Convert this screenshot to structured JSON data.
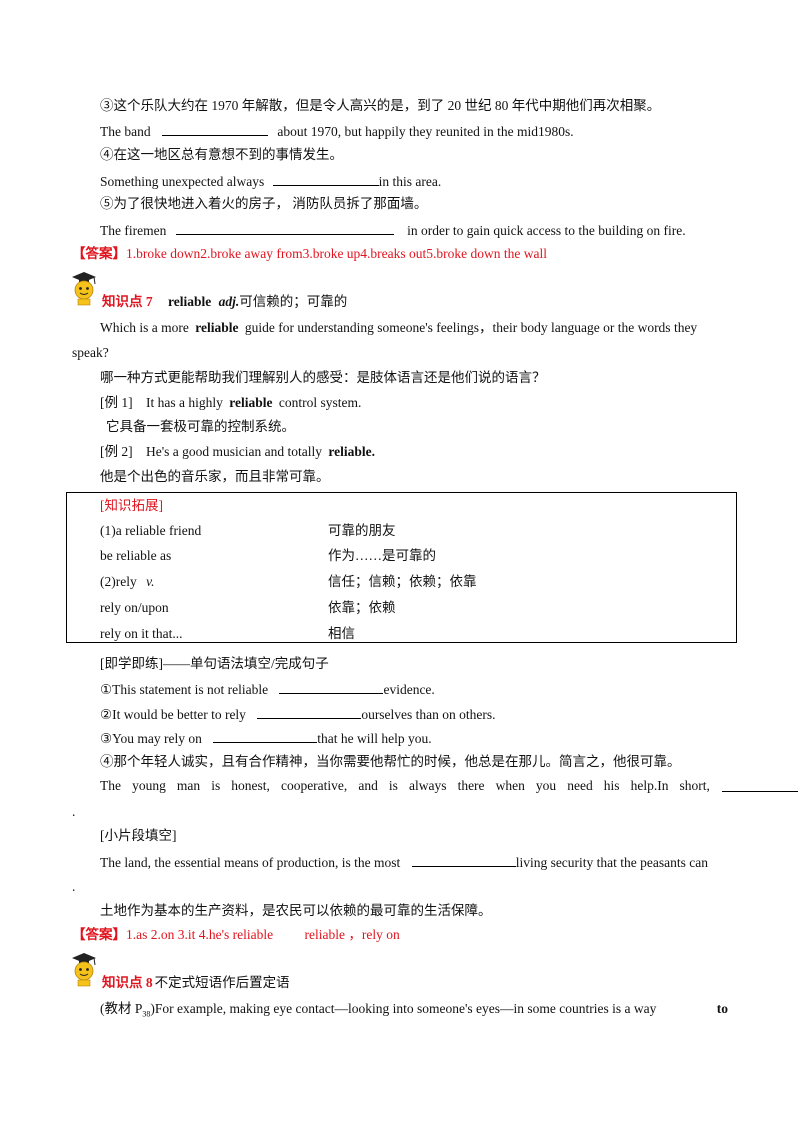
{
  "lines": {
    "s3_zh": "③这个乐队大约在 1970 年解散，但是令人高兴的是，到了 20 世纪 80 年代中期他们再次相聚。",
    "s3_en_a": "The band",
    "s3_en_b": "about 1970, but happily they reunited in the mid1980s.",
    "s4_zh": "④在这一地区总有意想不到的事情发生。",
    "s4_en_a": "Something unexpected always",
    "s4_en_b": "in this area.",
    "s5_zh": "⑤为了很快地进入着火的房子， 消防队员拆了那面墙。",
    "s5_en_a": "The firemen",
    "s5_en_b": "in order to gain quick access to the building on fire.",
    "ans1_label": "【答案】",
    "ans1_text": "1.broke down2.broke away from3.broke up4.breaks out5.broke down the wall"
  },
  "kp7": {
    "title": "知识点 7",
    "word": "reliable",
    "pos": "adj.",
    "meaning": "可信赖的；可靠的",
    "q_a": "Which is a more",
    "q_word": "reliable",
    "q_b": "guide for understanding someone's feelings，their body language or the words they",
    "q_c": "speak?",
    "q_zh": "哪一种方式更能帮助我们理解别人的感受：是肢体语言还是他们说的语言？",
    "ex1_label": "[例 1]",
    "ex1_a": "It has a highly",
    "ex1_word": "reliable",
    "ex1_b": "control system.",
    "ex1_zh": "它具备一套极可靠的控制系统。",
    "ex2_label": "[例 2]",
    "ex2_a": "He's a good musician and totally",
    "ex2_word": "reliable.",
    "ex2_zh": "他是个出色的音乐家，而且非常可靠。"
  },
  "expansion": {
    "title": "[知识拓展]",
    "rows": [
      {
        "en": "(1)a reliable friend",
        "zh": "可靠的朋友"
      },
      {
        "en": "be reliable as",
        "zh": "作为……是可靠的"
      },
      {
        "en": "(2)rely",
        "pos": "v.",
        "zh": "信任；信赖；依赖；依靠"
      },
      {
        "en": "rely on/upon",
        "zh": "依靠；依赖"
      },
      {
        "en": "rely on it that...",
        "zh": "相信"
      }
    ]
  },
  "practice": {
    "title": "[即学即练]——单句语法填空/完成句子",
    "p1_a": "①This statement is not reliable",
    "p1_b": "evidence.",
    "p2_a": "②It would be better to rely",
    "p2_b": "ourselves than on others.",
    "p3_a": "③You may rely on",
    "p3_b": "that he will help you.",
    "p4_zh": "④那个年轻人诚实，且有合作精神，当你需要他帮忙的时候，他总是在那儿。简言之，他很可靠。",
    "p4_words": [
      "The",
      "young",
      "man",
      "is",
      "honest,",
      "cooperative,",
      "and",
      "is",
      "always",
      "there",
      "when",
      "you",
      "need",
      "his",
      "help.In",
      "short,"
    ],
    "p4_end": ".",
    "para_title": "[小片段填空]",
    "para_a": "The land, the essential means of production, is the most",
    "para_b": "living security that the peasants can",
    "para_end": ".",
    "para_zh": "土地作为基本的生产资料，是农民可以依赖的最可靠的生活保障。",
    "ans_label": "【答案】",
    "ans_text": "1.as  2.on  3.it  4.he's reliable",
    "ans_extra": "reliable  ，rely on"
  },
  "kp8": {
    "title": "知识点 8",
    "meaning": "不定式短语作后置定语",
    "text_a": "(教材 P",
    "text_sub": "38",
    "text_b": ")For example, making eye contact—looking into someone's eyes—in some countries is a way",
    "text_word": "to"
  }
}
